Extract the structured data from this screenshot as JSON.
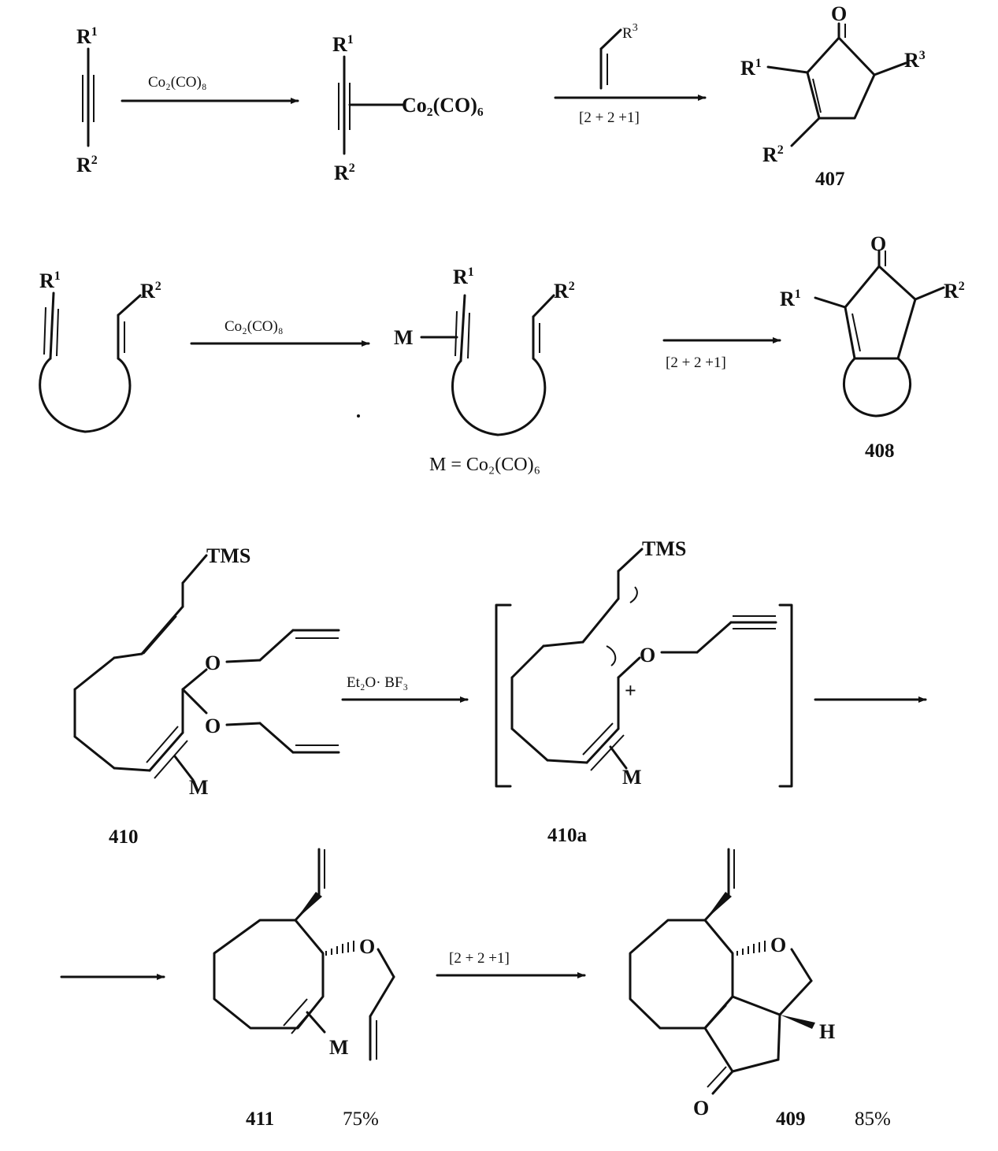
{
  "scheme1": {
    "r1": "R",
    "r1_sup": "1",
    "r2": "R",
    "r2_sup": "2",
    "r3": "R",
    "r3_sup": "3",
    "reagent1": "Co₂(CO)₈",
    "complex": "Co₂(CO)₆",
    "condition": "[2 + 2 +1]",
    "oxygen": "O",
    "compound": "407"
  },
  "scheme2": {
    "reagent": "Co₂(CO)₈",
    "metal": "M",
    "condition": "[2 + 2 +1]",
    "metal_def": "M = Co₂(CO)₆",
    "oxygen": "O",
    "compound": "408"
  },
  "scheme3": {
    "tms": "TMS",
    "oxygen": "O",
    "metal": "M",
    "reagent": "Et₂O· BF₃",
    "plus": "+",
    "compound_410": "410",
    "compound_410a": "410a"
  },
  "scheme4": {
    "condition": "[2 + 2 +1]",
    "oxygen": "O",
    "metal": "M",
    "hydrogen": "H",
    "compound_411": "411",
    "yield_411": "75%",
    "compound_409": "409",
    "yield_409": "85%"
  }
}
